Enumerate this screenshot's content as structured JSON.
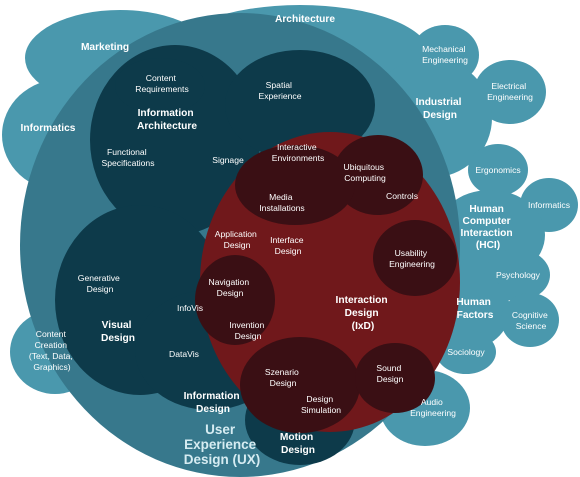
{
  "colors": {
    "light": "#4a98ad",
    "outer": "#37788c",
    "dark": "#0d3a4a",
    "ixd": "#70181b",
    "ixd_dark": "#3a0f14"
  },
  "labels": {
    "marketing": "Marketing",
    "architecture": "Architecture",
    "mechanical": [
      "Mechanical",
      "Engineering"
    ],
    "electrical": [
      "Electrical",
      "Engineering"
    ],
    "industrial": [
      "Industrial",
      "Design"
    ],
    "informatics_left": "Informatics",
    "content_req": [
      "Content",
      "Requirements"
    ],
    "info_arch": [
      "Information",
      "Architecture"
    ],
    "spatial": [
      "Spatial",
      "Experience"
    ],
    "functional": [
      "Functional",
      "Specifications"
    ],
    "signage": "Signage",
    "interactive_env": [
      "Interactive",
      "Environments"
    ],
    "ubiquitous": [
      "Ubiquitous",
      "Computing"
    ],
    "controls": "Controls",
    "media_inst": [
      "Media",
      "Installations"
    ],
    "ergonomics": "Ergonomics",
    "informatics_right": "Informatics",
    "hci": [
      "Human",
      "Computer",
      "Interaction",
      "(HCI)"
    ],
    "app_design": [
      "Application",
      "Design"
    ],
    "interface_design": [
      "Interface",
      "Design"
    ],
    "usability": [
      "Usability",
      "Engineering"
    ],
    "psychology": "Psychology",
    "generative": [
      "Generative",
      "Design"
    ],
    "navigation": [
      "Navigation",
      "Design"
    ],
    "infovis": "InfoVis",
    "ixd": [
      "Interaction",
      "Design",
      "(IxD)"
    ],
    "human_factors": [
      "Human",
      "Factors"
    ],
    "cognitive": [
      "Cognitive",
      "Science"
    ],
    "visual": [
      "Visual",
      "Design"
    ],
    "invention": [
      "Invention",
      "Design"
    ],
    "content_creation": [
      "Content",
      "Creation",
      "(Text, Data,",
      "Graphics)"
    ],
    "datavis": "DataVis",
    "sociology": "Sociology",
    "szenario": [
      "Szenario",
      "Design"
    ],
    "sound": [
      "Sound",
      "Design"
    ],
    "info_design": [
      "Information",
      "Design"
    ],
    "design_sim": [
      "Design",
      "Simulation"
    ],
    "audio": [
      "Audio",
      "Engineering"
    ],
    "ux": [
      "User",
      "Experience",
      "Design (UX)"
    ],
    "motion": [
      "Motion",
      "Design"
    ]
  }
}
